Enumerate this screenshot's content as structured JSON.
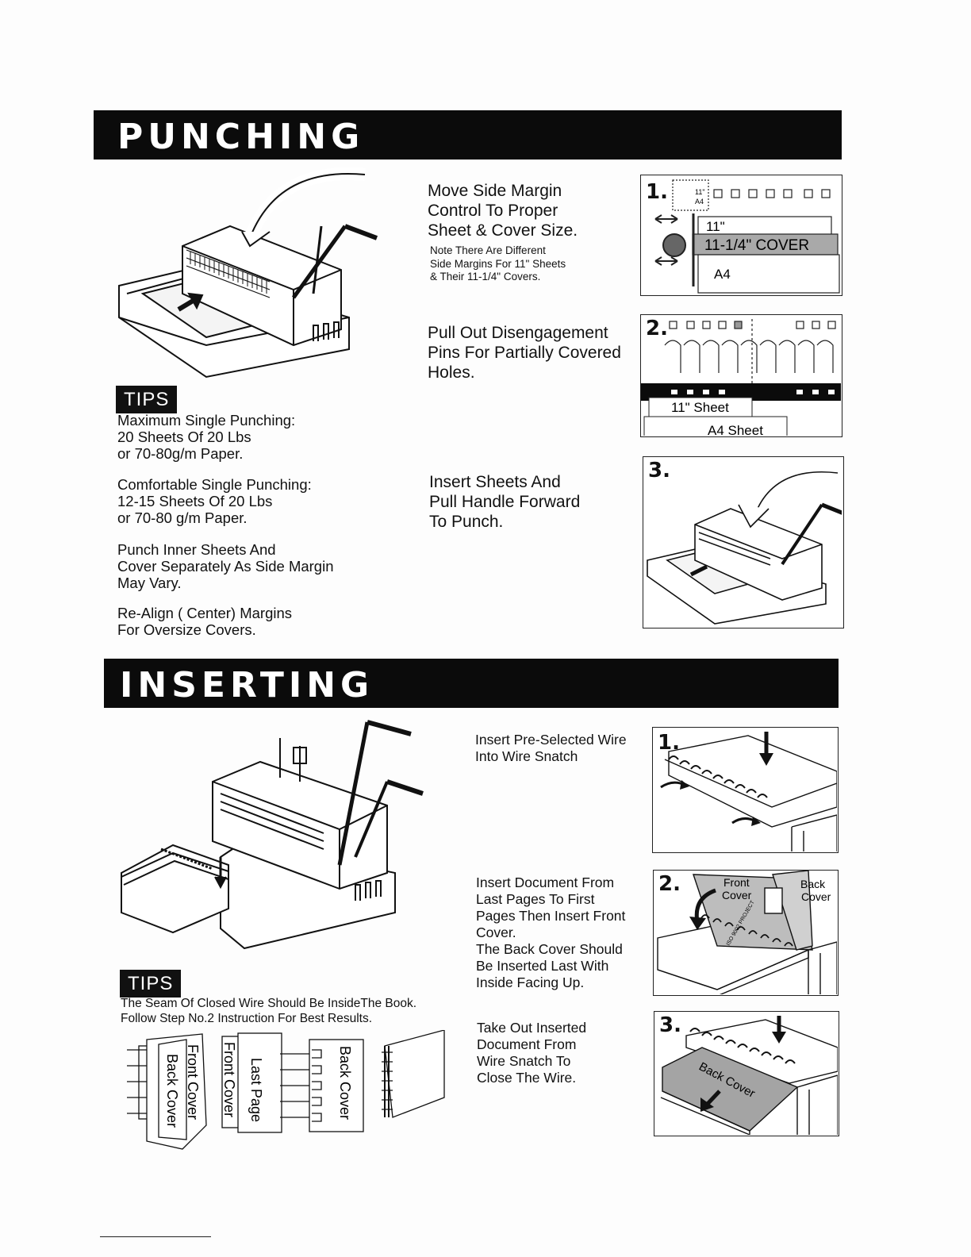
{
  "punching": {
    "title": "PUNCHING",
    "step1": {
      "num": "1.",
      "text": "Move Side Margin\nControl To Proper\nSheet & Cover Size.",
      "note": "Note There Are Different\nSide Margins For 11\" Sheets\n& Their 11-1/4\" Covers.",
      "label_11": "11\"",
      "label_cover": "11-1/4\" COVER",
      "label_a4": "A4",
      "ruler_11": "11\"",
      "ruler_a4": "A4"
    },
    "step2": {
      "num": "2.",
      "text": "Pull Out Disengagement\nPins For Partially Covered\nHoles.",
      "label_11_sheet": "11\" Sheet",
      "label_a4_sheet": "A4 Sheet"
    },
    "step3": {
      "num": "3.",
      "text": "Insert Sheets And\nPull Handle Forward\nTo Punch."
    },
    "tips": {
      "label": "TIPS",
      "t1": "Maximum Single Punching:\n20 Sheets Of 20 Lbs\nor 70-80g/m Paper.",
      "t2": "Comfortable Single Punching:\n12-15 Sheets Of 20 Lbs\nor 70-80 g/m Paper.",
      "t3": "Punch Inner Sheets And\nCover Separately As Side Margin\nMay Vary.",
      "t4": "Re-Align ( Center) Margins\nFor Oversize Covers."
    }
  },
  "inserting": {
    "title": "INSERTING",
    "step1": {
      "num": "1.",
      "text": "Insert Pre-Selected Wire\nInto Wire Snatch"
    },
    "step2": {
      "num": "2.",
      "text": "Insert Document From\nLast Pages To First\nPages Then Insert Front\nCover.\nThe Back Cover Should\nBe Inserted Last With\nInside Facing Up.",
      "front_cover": "Front\nCover",
      "back_cover": "Back\nCover",
      "book_text": "ISO 9002 PROJECT"
    },
    "step3": {
      "num": "3.",
      "text": "Take Out Inserted\nDocument From\nWire Snatch To\nClose The Wire.",
      "back_cover": "Back Cover"
    },
    "tips": {
      "label": "TIPS",
      "t1": "The Seam Of Closed Wire Should Be InsideThe Book.\nFollow Step No.2 Instruction For Best Results."
    },
    "diagram": {
      "front_cover": "Front Cover",
      "back_cover": "Back Cover",
      "front_cover_2": "Front Cover",
      "last_page": "Last Page",
      "back_cover_2": "Back Cover"
    }
  }
}
